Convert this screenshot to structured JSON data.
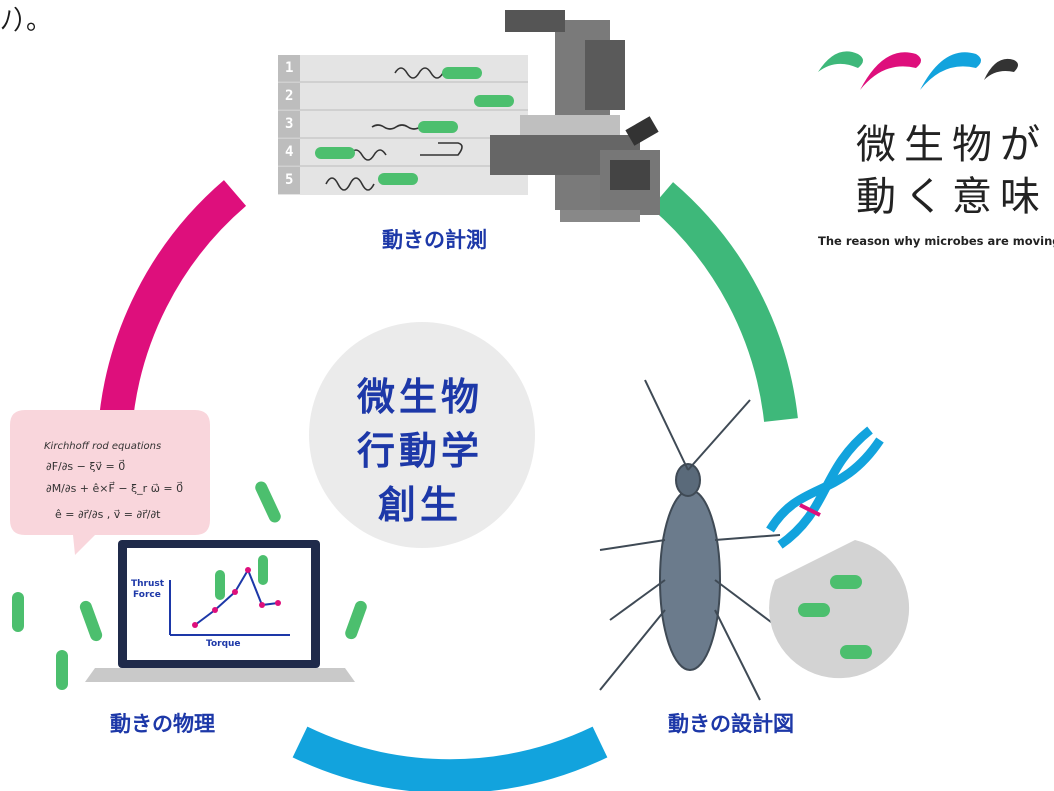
{
  "fragment": "ﾉ）。",
  "center_title": {
    "line1": "微生物",
    "line2": "行動学",
    "line3": "創生"
  },
  "stages": [
    {
      "label": "動きの計測"
    },
    {
      "label": "動きの設計図"
    },
    {
      "label": "動きの物理"
    }
  ],
  "measurement_rows": [
    "1",
    "2",
    "3",
    "4",
    "5"
  ],
  "logo": {
    "line1": "微生物が",
    "line2": "動く意味",
    "english": "The reason why microbes are moving"
  },
  "speech": {
    "title": "Kirchhoff rod equations",
    "eq1": "∂F/∂s − ξv⃗ = 0⃗",
    "eq2": "∂M/∂s + ê×F⃗ − ξ_r ω⃗ = 0⃗",
    "eq3": "ê = ∂r⃗/∂s ,  v⃗ = ∂r⃗/∂t"
  },
  "laptop_chart": {
    "ylabel_line1": "Thrust",
    "ylabel_line2": "Force",
    "xlabel": "Torque"
  },
  "colors": {
    "magenta": "#de0f7c",
    "green": "#3eb87a",
    "blue": "#12a3dd",
    "text_blue": "#1d38a8",
    "circle_gray": "#ebebeb",
    "bacterium_green": "#4cbf6e"
  }
}
